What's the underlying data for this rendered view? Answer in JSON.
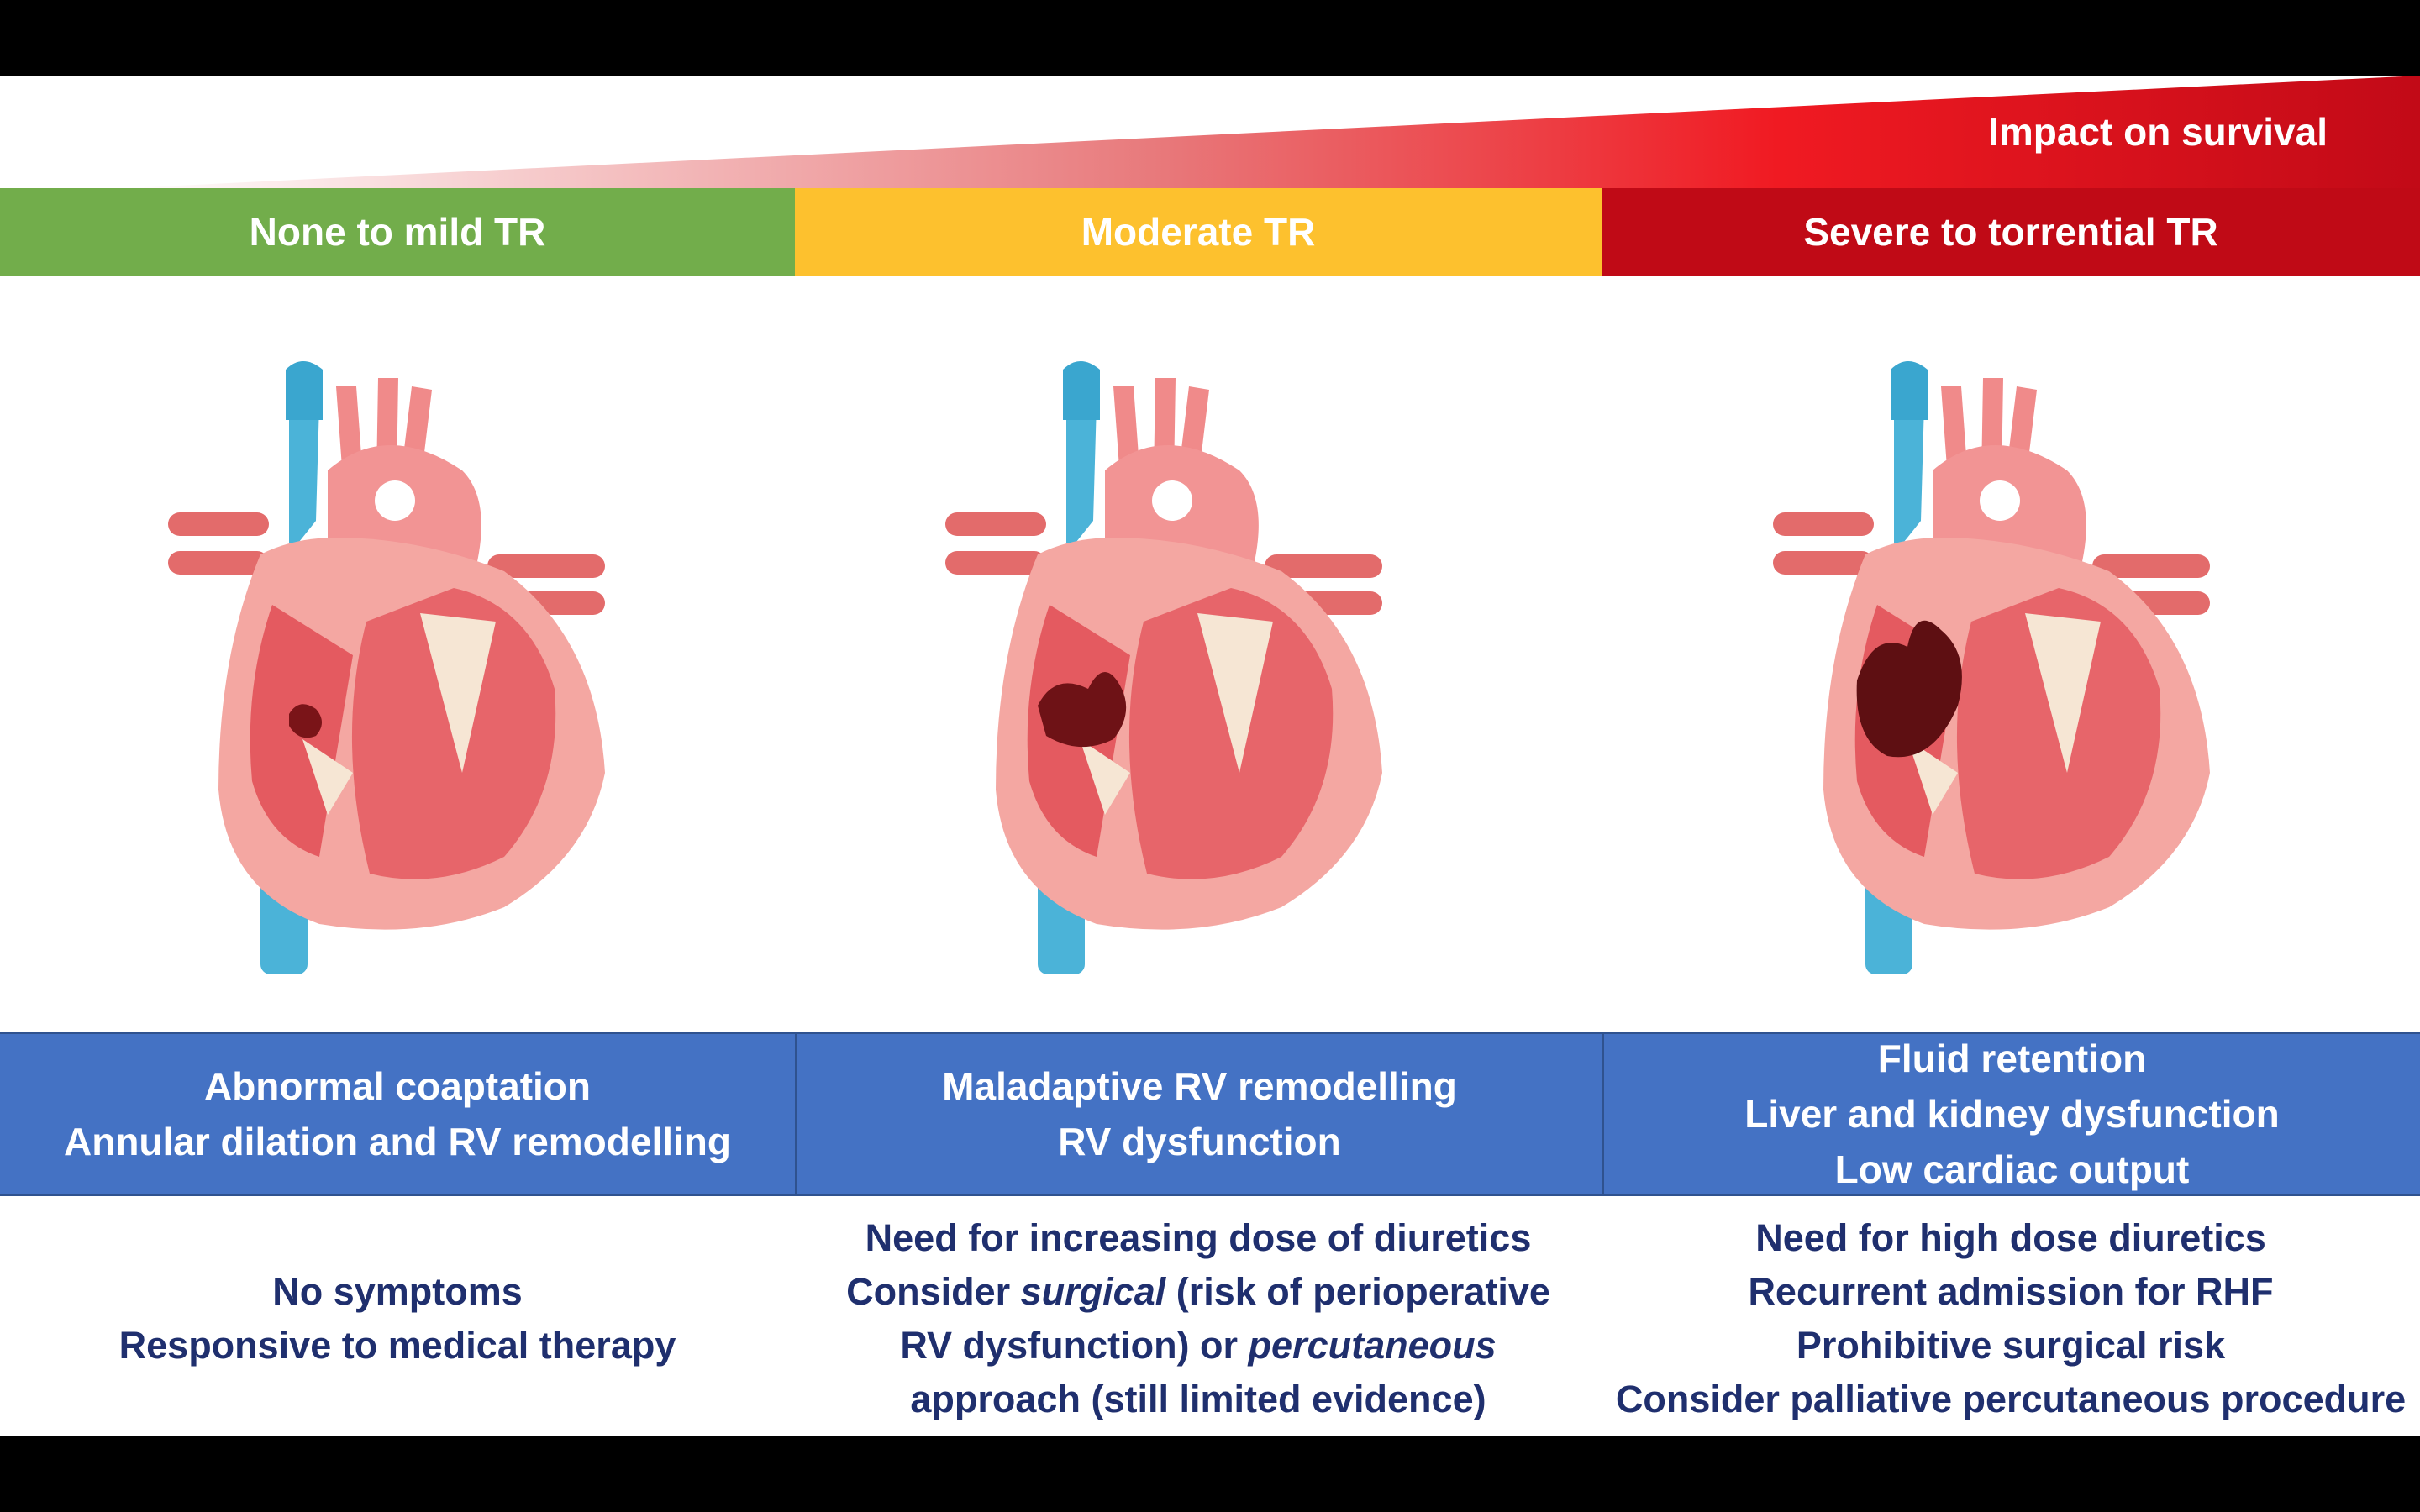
{
  "impact_label": "Impact on survival",
  "colors": {
    "mild": "#72ad4b",
    "moderate": "#fdc12e",
    "severe": "#c00a16",
    "mechanism_band": "#4472c4",
    "clinical_text": "#1f2f6e"
  },
  "stages": [
    {
      "label": "None to mild TR",
      "mechanisms": [
        "Abnormal coaptation",
        "Annular dilation and RV remodelling"
      ],
      "clinical": [
        "No symptoms",
        "Responsive to medical therapy"
      ]
    },
    {
      "label": "Moderate TR",
      "mechanisms": [
        "Maladaptive RV remodelling",
        "RV dysfunction"
      ],
      "clinical": [
        "Need for increasing dose of diuretics",
        "Consider ",
        "surgical",
        " (risk of perioperative",
        "RV dysfunction) or ",
        "percutaneous",
        "approach (still limited evidence)"
      ]
    },
    {
      "label": "Severe to torrential TR",
      "mechanisms": [
        "Fluid retention",
        "Liver and kidney dysfunction",
        "Low cardiac output"
      ],
      "clinical": [
        "Need for high dose diuretics",
        "Recurrent admission for RHF",
        "Prohibitive surgical risk",
        "Consider palliative percutaneous procedure"
      ]
    }
  ]
}
